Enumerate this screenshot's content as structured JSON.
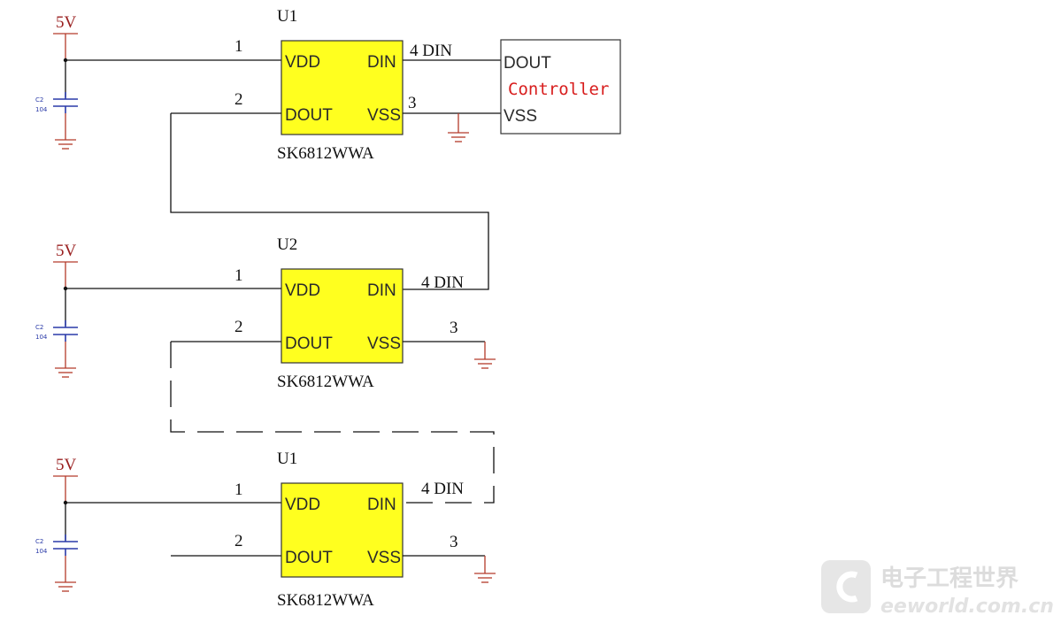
{
  "circuits": [
    {
      "supply": "5V",
      "cap_ref": "C2",
      "cap_value": "104",
      "chip_ref": "U1",
      "chip_part": "SK6812WWA",
      "pin_vdd": "VDD",
      "pin_dout": "DOUT",
      "pin_din": "DIN",
      "pin_vss": "VSS",
      "pin1": "1",
      "pin2": "2",
      "pin3": "3",
      "pin4": "4 DIN"
    },
    {
      "supply": "5V",
      "cap_ref": "C2",
      "cap_value": "104",
      "chip_ref": "U2",
      "chip_part": "SK6812WWA",
      "pin_vdd": "VDD",
      "pin_dout": "DOUT",
      "pin_din": "DIN",
      "pin_vss": "VSS",
      "pin1": "1",
      "pin2": "2",
      "pin3": "3",
      "pin4": "4 DIN"
    },
    {
      "supply": "5V",
      "cap_ref": "C2",
      "cap_value": "104",
      "chip_ref": "U1",
      "chip_part": "SK6812WWA",
      "pin_vdd": "VDD",
      "pin_dout": "DOUT",
      "pin_din": "DIN",
      "pin_vss": "VSS",
      "pin1": "1",
      "pin2": "2",
      "pin3": "3",
      "pin4": "4 DIN"
    }
  ],
  "controller": {
    "dout": "DOUT",
    "name": "Controller",
    "vss": "VSS",
    "name_color": "#d81e1e"
  },
  "watermark": {
    "cn": "电子工程世界",
    "en": "eeworld.com.cn"
  },
  "colors": {
    "chip_fill": "#ffff1f",
    "power": "#b33a2a",
    "capacitor": "#2a3aa8",
    "wire": "#111111"
  }
}
